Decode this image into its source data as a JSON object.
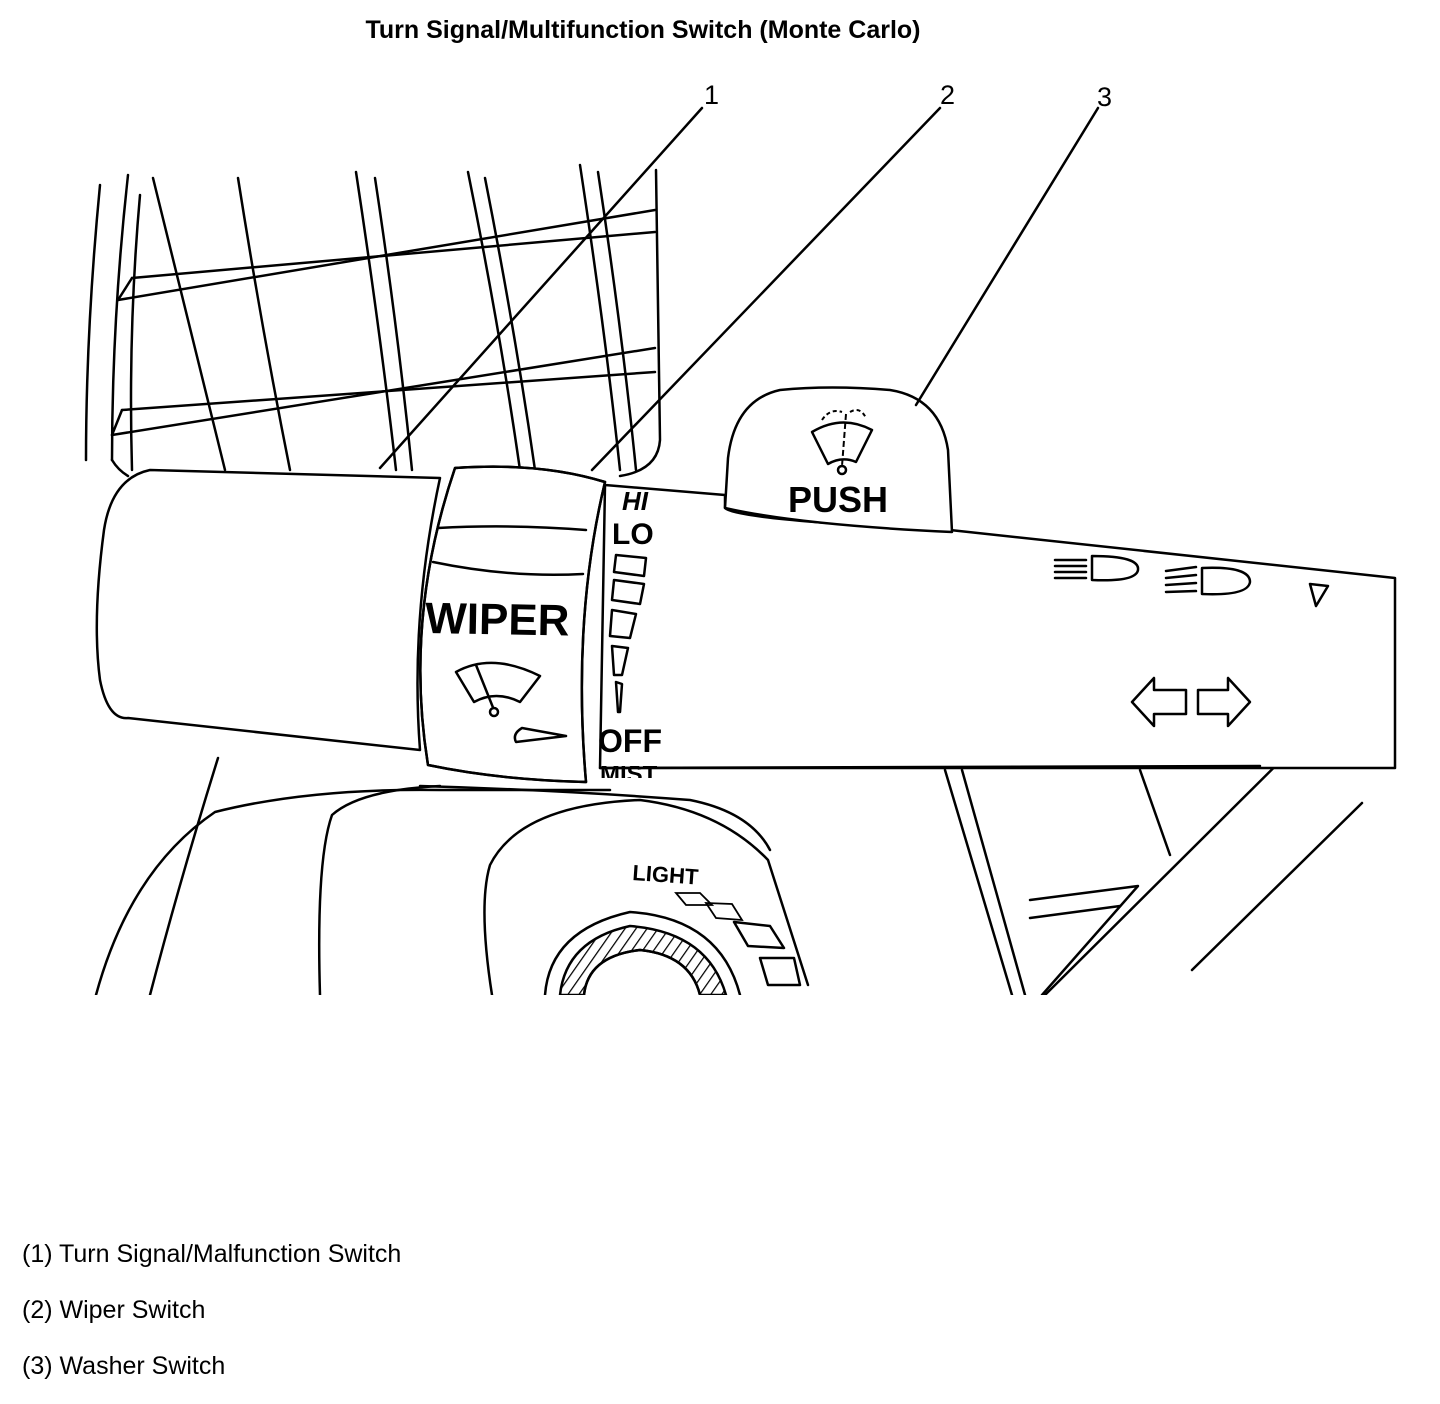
{
  "title": "Turn Signal/Multifunction Switch (Monte Carlo)",
  "callouts": [
    "1",
    "2",
    "3"
  ],
  "labels": {
    "wiper": "WIPER",
    "push": "PUSH",
    "hi": "HI",
    "lo": "LO",
    "off": "OFF",
    "mist": "MIST",
    "light": "LIGHT"
  },
  "icons": [
    "wiper-icon",
    "washer-wiper-icon",
    "high-beam-icon",
    "low-beam-icon",
    "flash-to-pass-icon",
    "turn-left-arrow-icon",
    "turn-right-arrow-icon"
  ],
  "legend": [
    "(1) Turn Signal/Malfunction Switch",
    "(2) Wiper Switch",
    "(3) Washer Switch"
  ]
}
